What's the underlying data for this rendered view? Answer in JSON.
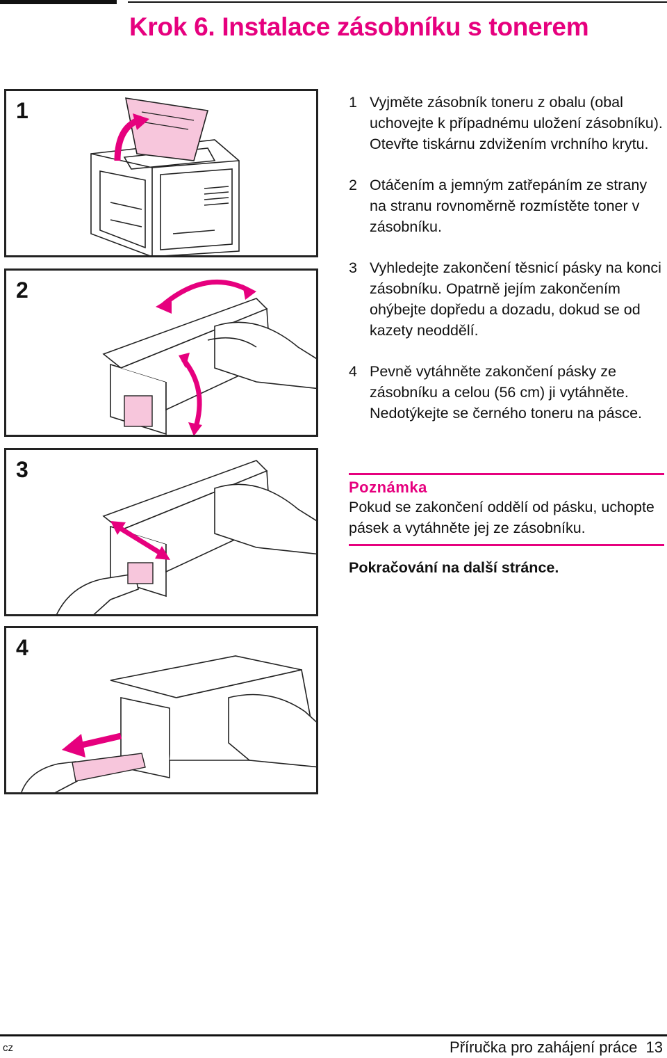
{
  "page": {
    "title": "Krok 6. Instalace zásobníku s tonerem"
  },
  "panels": [
    {
      "number": "1"
    },
    {
      "number": "2"
    },
    {
      "number": "3"
    },
    {
      "number": "4"
    }
  ],
  "steps": [
    {
      "number": "1",
      "text": "Vyjměte zásobník toneru z obalu (obal uchovejte k případnému uložení zásobníku). Otevřte tiskárnu zdvižením vrchního krytu."
    },
    {
      "number": "2",
      "text": "Otáčením a jemným zatřepáním ze strany na stranu rovnoměrně rozmístěte toner v zásobníku."
    },
    {
      "number": "3",
      "text": "Vyhledejte zakončení těsnicí pásky na konci zásobníku. Opatrně jejím zakončením ohýbejte dopředu a dozadu, dokud se od kazety neoddělí."
    },
    {
      "number": "4",
      "text": "Pevně vytáhněte zakončení pásky ze zásobníku a celou (56 cm) ji vytáhněte. Nedotýkejte se černého toneru na pásce."
    }
  ],
  "note": {
    "title": "Poznámka",
    "text": "Pokud se zakončení oddělí od pásku, uchopte pásek a vytáhněte jej ze zásobníku."
  },
  "continue_text": "Pokračování na další stránce.",
  "footer": {
    "language": "cz",
    "guide": "Příručka pro zahájení práce  13"
  },
  "colors": {
    "accent": "#e6007e",
    "highlight_fill": "#f7c6dc"
  }
}
